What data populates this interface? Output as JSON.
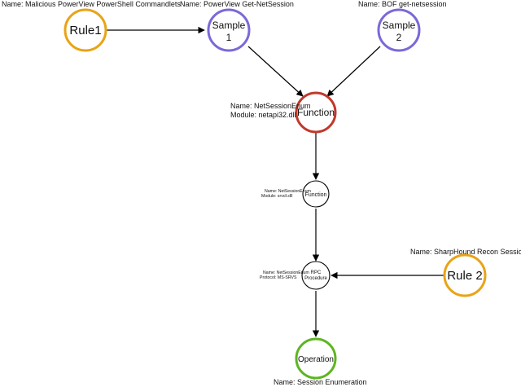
{
  "nodes": {
    "rule1": {
      "label": "Rule1",
      "name": "Name: Malicious PowerView PowerShell Commandlets",
      "color": "#E8A317"
    },
    "sample1": {
      "line1": "Sample",
      "line2": "1",
      "name": "Name: PowerView Get-NetSession",
      "color": "#7B68D9"
    },
    "sample2": {
      "line1": "Sample",
      "line2": "2",
      "name": "Name: BOF get-netsession",
      "color": "#7B68D9"
    },
    "function_main": {
      "label": "Function",
      "name": "Name: NetSessionEnum",
      "module": "Module: netapi32.dll",
      "color": "#C0392B"
    },
    "function_small": {
      "label": "Function",
      "name": "Name: NetSessionEnum",
      "module": "Module: srvcli.dll",
      "color": "#000000"
    },
    "rpc": {
      "line1": "RPC",
      "line2": "Procedure",
      "name": "Name: NetSessionEnum",
      "protocol": "Protocol: MS-SRVS",
      "color": "#000000"
    },
    "rule2": {
      "label": "Rule 2",
      "name": "Name: SharpHound Recon Sessions",
      "color": "#E8A317"
    },
    "operation": {
      "label": "Operation",
      "name": "Name: Session Enumeration",
      "color": "#5DB520"
    }
  }
}
